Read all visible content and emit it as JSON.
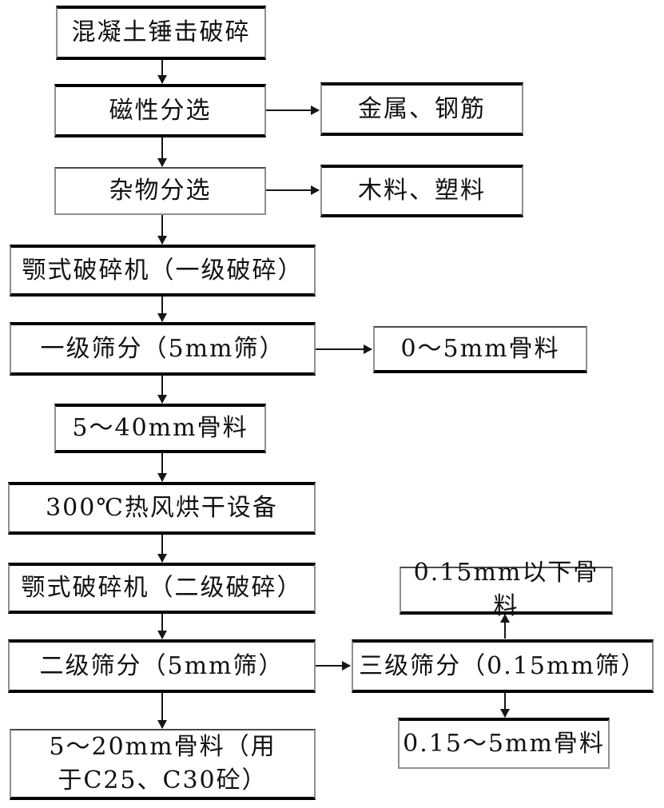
{
  "diagram": {
    "type": "flowchart",
    "colors": {
      "box_border": "#000000",
      "box_side_border": "#8f8f8f",
      "text": "#111111",
      "background": "#ffffff",
      "arrow": "#161616"
    },
    "nodes": {
      "hammer_crushing": {
        "label": "混凝土锤击破碎"
      },
      "magnetic_separation": {
        "label": "磁性分选"
      },
      "metal_rebar": {
        "label": "金属、钢筋"
      },
      "debris_separation": {
        "label": "杂物分选"
      },
      "wood_plastic": {
        "label": "木料、塑料"
      },
      "jaw_crusher_primary": {
        "label": "颚式破碎机（一级破碎）"
      },
      "primary_screening": {
        "label": "一级筛分（5mm筛）"
      },
      "aggregate_0_5mm": {
        "label": "0～5mm骨料"
      },
      "aggregate_5_40mm": {
        "label": "5～40mm骨料"
      },
      "hot_air_drying": {
        "label": "300℃热风烘干设备"
      },
      "jaw_crusher_secondary": {
        "label": "颚式破碎机（二级破碎）"
      },
      "secondary_screening": {
        "label": "二级筛分（5mm筛）"
      },
      "aggregate_below_0_15mm": {
        "label": "0.15mm以下骨料"
      },
      "tertiary_screening": {
        "label": "三级筛分（0.15mm筛）"
      },
      "aggregate_0_15_5mm": {
        "label": "0.15～5mm骨料"
      },
      "aggregate_5_20mm": {
        "label": "5～20mm骨料（用于C25、C30砼）"
      }
    },
    "edges": [
      {
        "from": "hammer_crushing",
        "to": "magnetic_separation",
        "direction": "down"
      },
      {
        "from": "magnetic_separation",
        "to": "metal_rebar",
        "direction": "right"
      },
      {
        "from": "magnetic_separation",
        "to": "debris_separation",
        "direction": "down"
      },
      {
        "from": "debris_separation",
        "to": "wood_plastic",
        "direction": "right"
      },
      {
        "from": "debris_separation",
        "to": "jaw_crusher_primary",
        "direction": "down"
      },
      {
        "from": "jaw_crusher_primary",
        "to": "primary_screening",
        "direction": "down"
      },
      {
        "from": "primary_screening",
        "to": "aggregate_0_5mm",
        "direction": "right"
      },
      {
        "from": "primary_screening",
        "to": "aggregate_5_40mm",
        "direction": "down"
      },
      {
        "from": "aggregate_5_40mm",
        "to": "hot_air_drying",
        "direction": "down"
      },
      {
        "from": "hot_air_drying",
        "to": "jaw_crusher_secondary",
        "direction": "down"
      },
      {
        "from": "jaw_crusher_secondary",
        "to": "secondary_screening",
        "direction": "down"
      },
      {
        "from": "secondary_screening",
        "to": "aggregate_5_20mm",
        "direction": "down"
      },
      {
        "from": "secondary_screening",
        "to": "tertiary_screening",
        "direction": "right"
      },
      {
        "from": "tertiary_screening",
        "to": "aggregate_below_0_15mm",
        "direction": "up"
      },
      {
        "from": "tertiary_screening",
        "to": "aggregate_0_15_5mm",
        "direction": "down"
      }
    ]
  }
}
